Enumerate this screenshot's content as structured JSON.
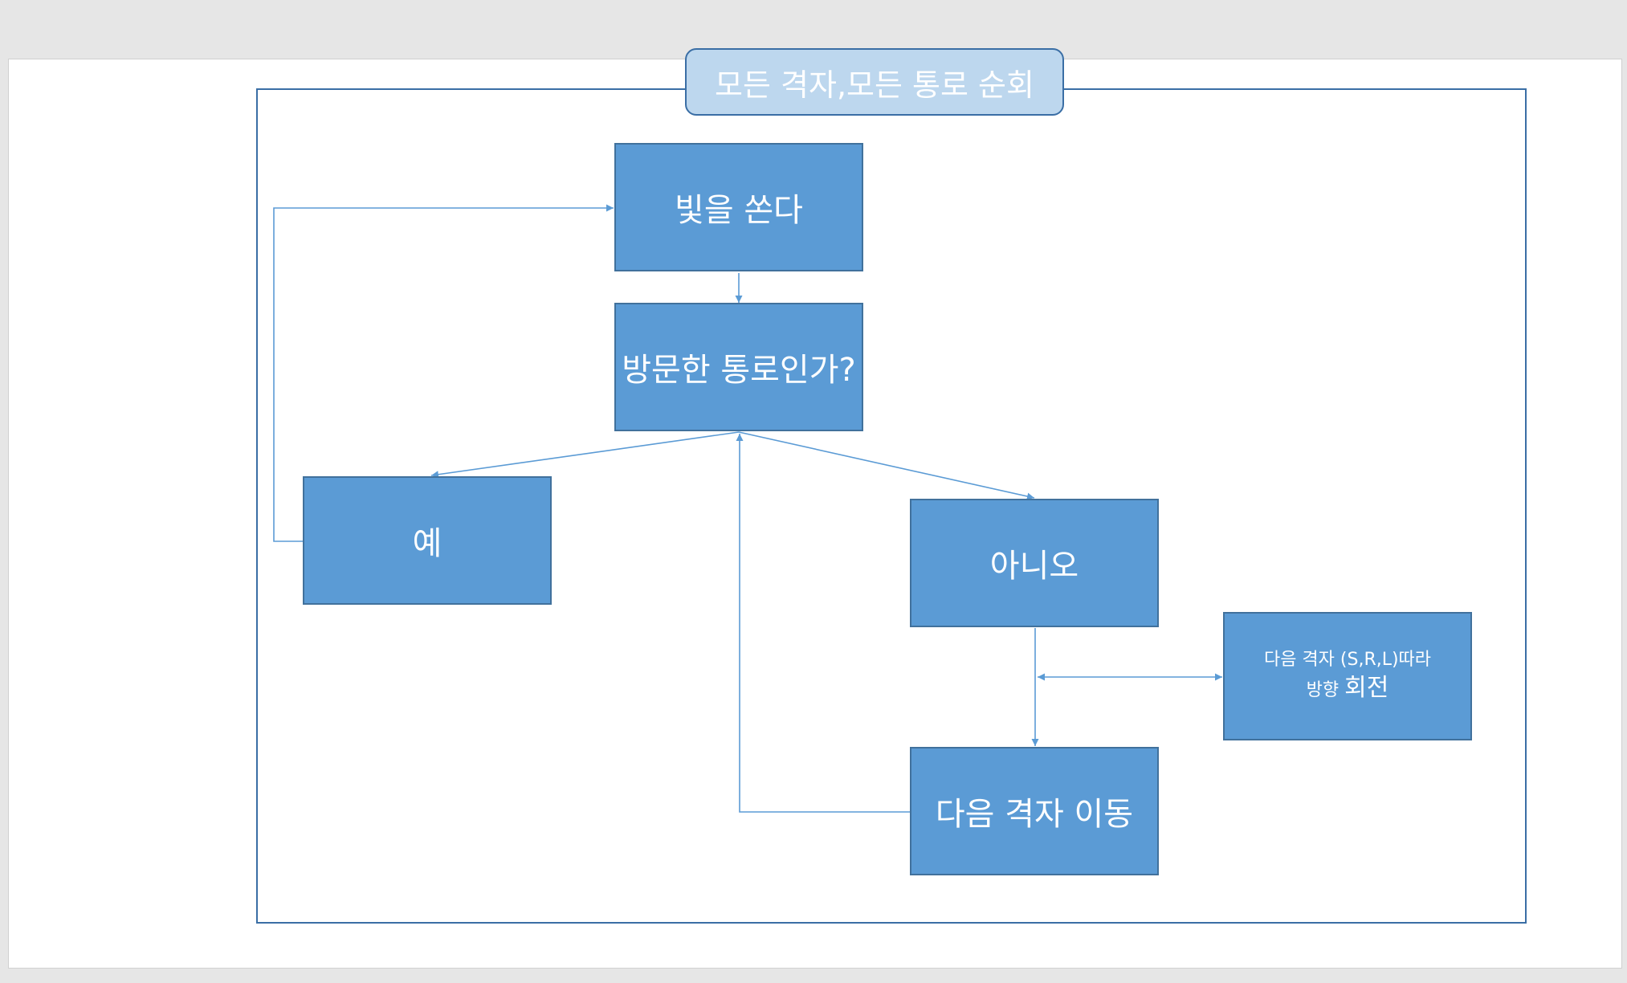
{
  "title": "모든 격자,모든 통로 순회",
  "nodes": {
    "shoot_light": "빛을 쏜다",
    "visited_question": "방문한 통로인가?",
    "yes": "예",
    "no": "아니오",
    "rotate_line1": "다음 격자 (S,R,L)따라",
    "rotate_line2_small": "방향",
    "rotate_line2_big": "회전",
    "move_next": "다음 격자 이동"
  },
  "colors": {
    "box_fill": "#5b9bd5",
    "box_border": "#41719c",
    "frame_border": "#3a6ea5",
    "title_fill": "#bdd7ee",
    "arrow": "#5b9bd5"
  }
}
